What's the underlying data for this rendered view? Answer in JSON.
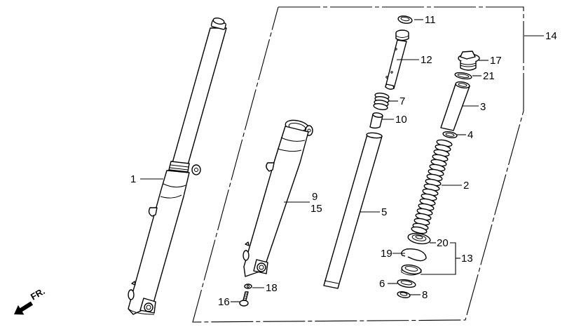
{
  "diagram": {
    "type": "exploded-parts-diagram",
    "subject": "front fork assembly",
    "direction_indicator": {
      "label": "FR.",
      "icon": "arrow-front-icon"
    },
    "group_box_label": "14",
    "callouts": [
      {
        "id": "1",
        "label": "1"
      },
      {
        "id": "2",
        "label": "2"
      },
      {
        "id": "3",
        "label": "3"
      },
      {
        "id": "4",
        "label": "4"
      },
      {
        "id": "5",
        "label": "5"
      },
      {
        "id": "6",
        "label": "6"
      },
      {
        "id": "7",
        "label": "7"
      },
      {
        "id": "8",
        "label": "8"
      },
      {
        "id": "9",
        "label": "9"
      },
      {
        "id": "10",
        "label": "10"
      },
      {
        "id": "11",
        "label": "11"
      },
      {
        "id": "12",
        "label": "12"
      },
      {
        "id": "13",
        "label": "13"
      },
      {
        "id": "14",
        "label": "14"
      },
      {
        "id": "15",
        "label": "15"
      },
      {
        "id": "16",
        "label": "16"
      },
      {
        "id": "17",
        "label": "17"
      },
      {
        "id": "18",
        "label": "18"
      },
      {
        "id": "19",
        "label": "19"
      },
      {
        "id": "20",
        "label": "20"
      },
      {
        "id": "21",
        "label": "21"
      }
    ]
  }
}
